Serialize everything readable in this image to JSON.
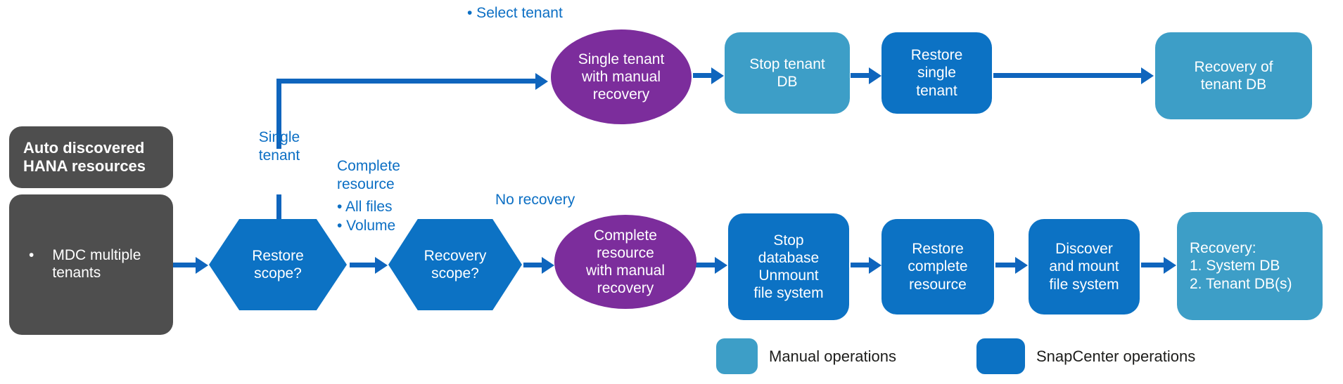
{
  "diagram_title": "Auto discovered HANA resources restore and recovery flow",
  "colors": {
    "snapcenter_blue": "#0c72c4",
    "manual_light_blue": "#3d9ec7",
    "manual_purple": "#7c2d9c",
    "resource_gray": "#4e4e4e",
    "arrow_blue": "#0f65bd",
    "label_blue": "#0c6fc4",
    "legend_text": "#1d1d1b"
  },
  "nodes": {
    "auto_discovered": "Auto discovered\nHANA resources",
    "mdc_bullet": "•",
    "mdc": "MDC multiple\ntenants",
    "restore_scope": "Restore\nscope?",
    "recovery_scope": "Recovery\nscope?",
    "single_tenant_ellipse": "Single tenant\nwith manual\nrecovery",
    "complete_resource_ellipse": "Complete\nresource\nwith manual\nrecovery",
    "stop_tenant_db": "Stop tenant\nDB",
    "restore_single_tenant": "Restore\nsingle\ntenant",
    "recovery_of_tenant_db": "Recovery of\ntenant DB",
    "stop_database_unmount": "Stop\ndatabase\nUnmount\nfile system",
    "restore_complete_resource": "Restore\ncomplete\nresource",
    "discover_and_mount": "Discover\nand mount\nfile system",
    "final_recovery": "Recovery:\n1.  System DB\n2.  Tenant DB(s)"
  },
  "labels": {
    "select_tenant": "• Select tenant",
    "single_tenant": "Single\ntenant",
    "complete_resource": "Complete\nresource",
    "all_files": "• All files",
    "volume": "• Volume",
    "no_recovery": "No recovery"
  },
  "legend": {
    "manual": "Manual operations",
    "snapcenter": "SnapCenter operations"
  }
}
